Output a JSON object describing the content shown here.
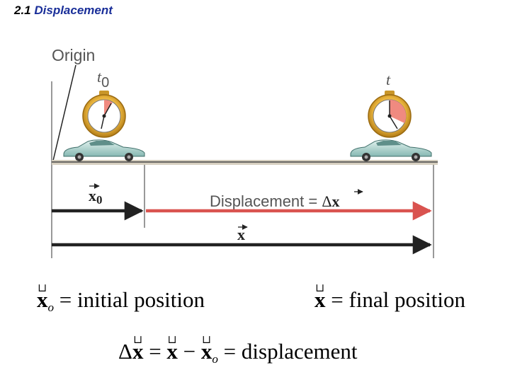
{
  "slide": {
    "number": "2.1",
    "title": "Displacement"
  },
  "diagram": {
    "origin_label": "Origin",
    "t0_label": "t",
    "t0_subscript": "0",
    "t_label": "t",
    "displacement_text": "Displacement = ",
    "delta_symbol": "Δ",
    "vec_x": "x",
    "x0_sub": "0",
    "colors": {
      "arrow_black": "#222222",
      "arrow_red": "#d9534f",
      "road": "#d6cfbf",
      "clock_gold": "#e0a632",
      "clock_wedge": "#f08a80",
      "car": "#a7d0cc"
    }
  },
  "equations": {
    "initial": {
      "var": "x",
      "sub": "o",
      "equals": "=",
      "text": "initial position"
    },
    "final": {
      "var": "x",
      "equals": "=",
      "text": "final position"
    },
    "displacement": {
      "delta": "Δ",
      "var1": "x",
      "equals1": "=",
      "var2": "x",
      "minus": "−",
      "var3": "x",
      "sub3": "o",
      "equals2": "=",
      "text": "displacement"
    }
  }
}
